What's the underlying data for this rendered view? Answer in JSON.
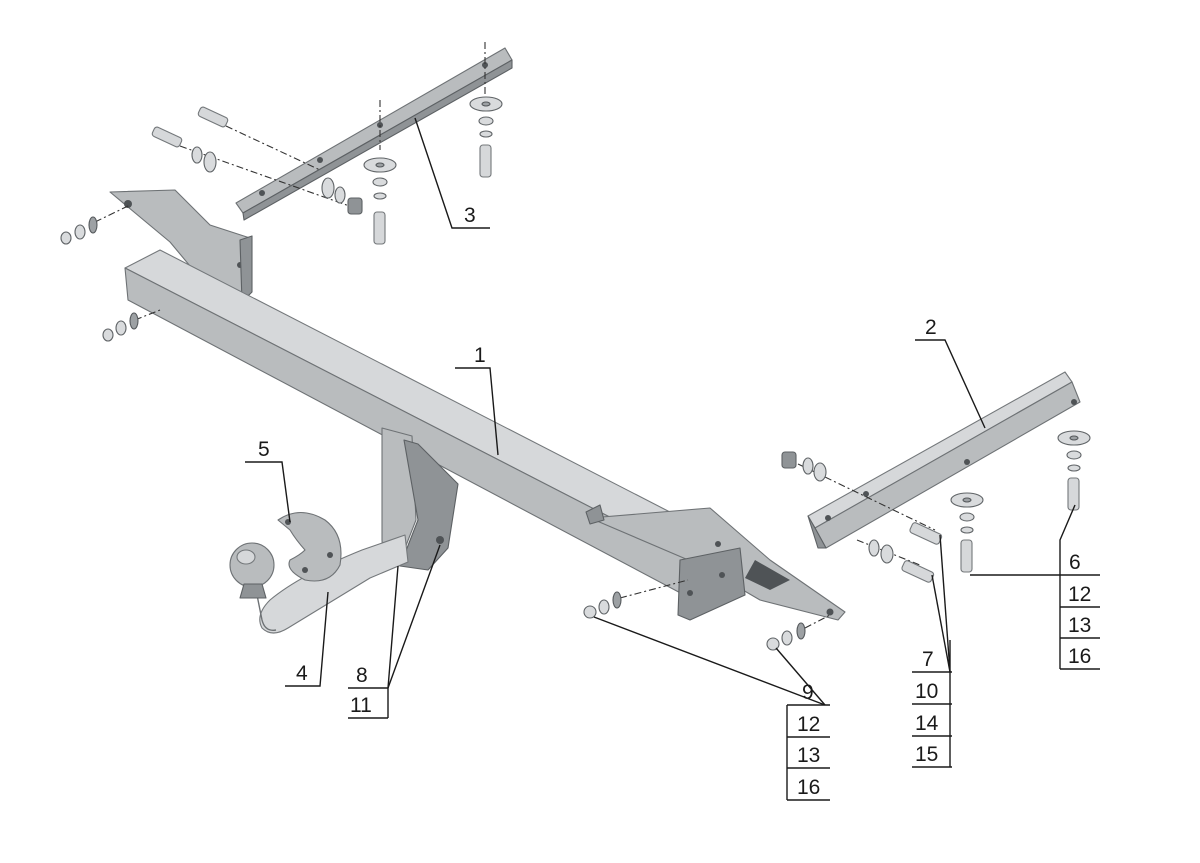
{
  "callouts": {
    "c1": "1",
    "c2": "2",
    "c3": "3",
    "c4": "4",
    "c5": "5",
    "c6": "6",
    "c7": "7",
    "c8": "8",
    "c9": "9",
    "c10": "10",
    "c11": "11",
    "c6_12": "12",
    "c6_13": "13",
    "c6_16": "16",
    "c7_14": "14",
    "c7_15": "15",
    "c9_12": "12",
    "c9_13": "13",
    "c9_16": "16"
  },
  "colors": {
    "steel": "#b9bcbe",
    "steel_dark": "#8f9396",
    "background": "#ffffff"
  }
}
